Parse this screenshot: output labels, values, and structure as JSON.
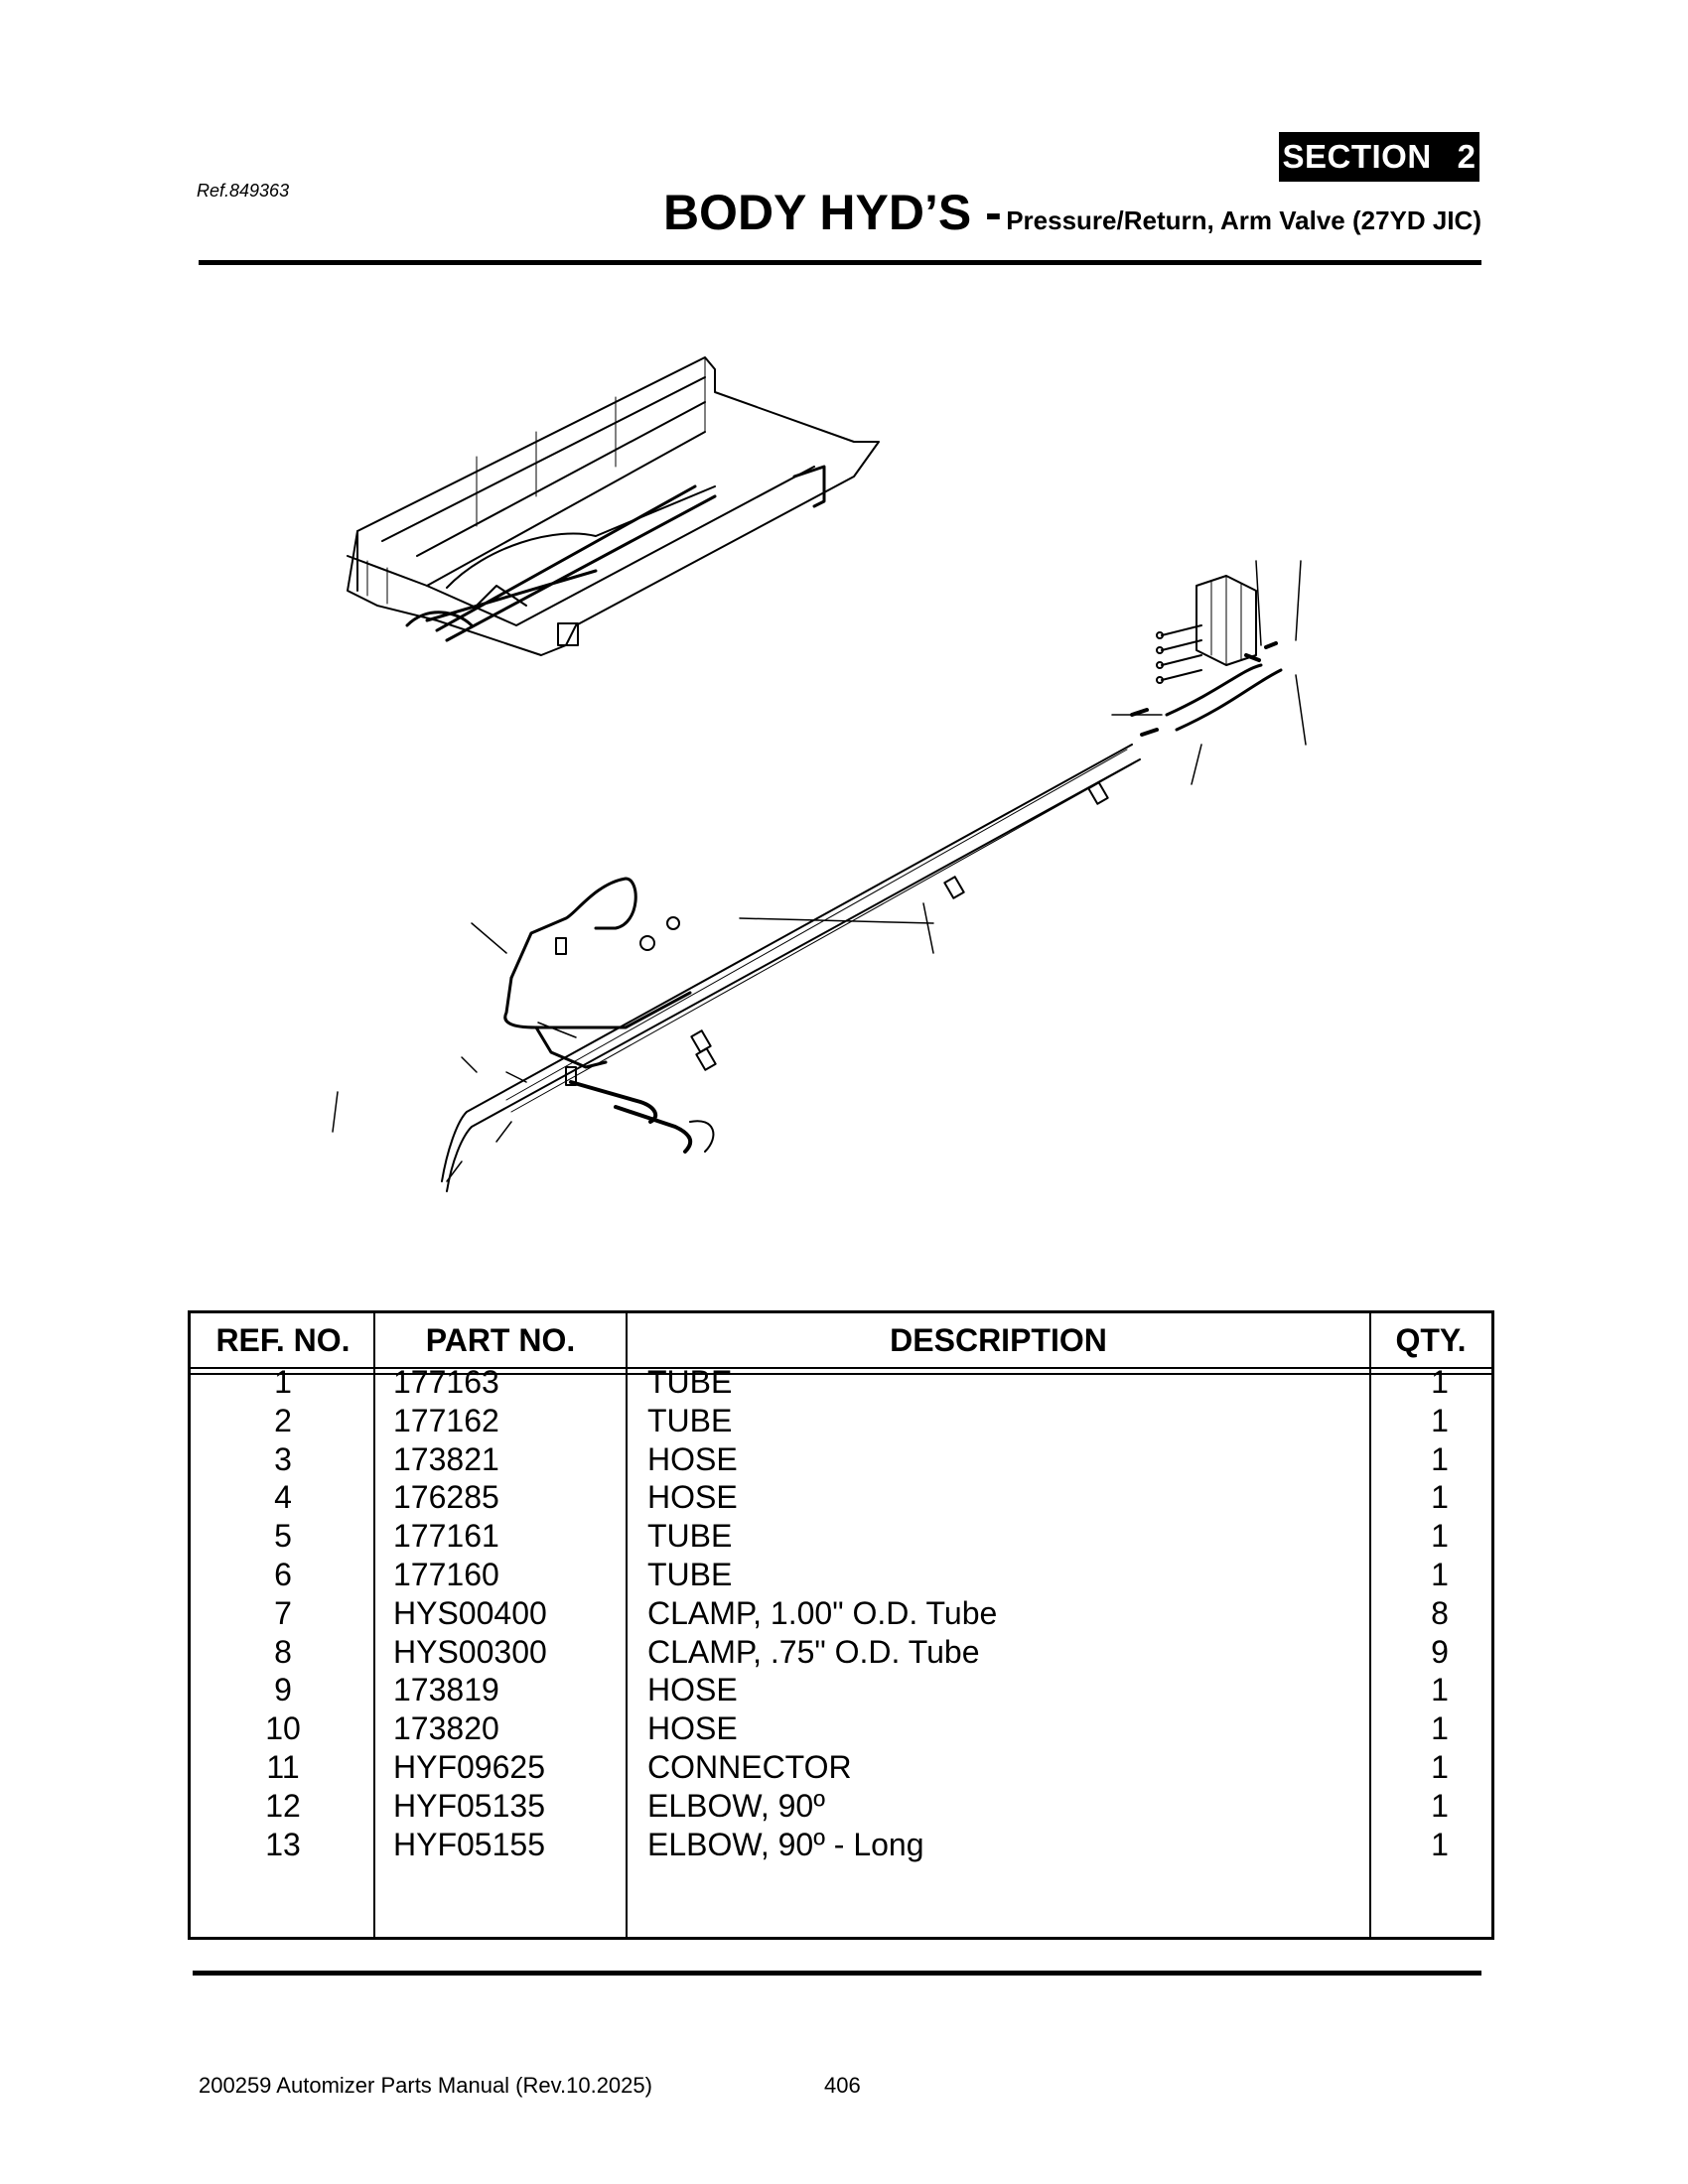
{
  "header": {
    "section_label": "SECTION",
    "section_number": "2",
    "ref": "Ref.849363",
    "title_main": "BODY HYD’S -",
    "title_sub": "Pressure/Return, Arm Valve (27YD JIC)"
  },
  "table": {
    "headers": {
      "ref": "REF. NO.",
      "part": "PART NO.",
      "desc": "DESCRIPTION",
      "qty": "QTY."
    },
    "rows": [
      {
        "ref": "1",
        "part": "177163",
        "desc": "TUBE",
        "qty": "1"
      },
      {
        "ref": "2",
        "part": "177162",
        "desc": "TUBE",
        "qty": "1"
      },
      {
        "ref": "3",
        "part": "173821",
        "desc": "HOSE",
        "qty": "1"
      },
      {
        "ref": "4",
        "part": "176285",
        "desc": "HOSE",
        "qty": "1"
      },
      {
        "ref": "5",
        "part": "177161",
        "desc": "TUBE",
        "qty": "1"
      },
      {
        "ref": "6",
        "part": "177160",
        "desc": "TUBE",
        "qty": "1"
      },
      {
        "ref": "7",
        "part": "HYS00400",
        "desc": "CLAMP, 1.00\" O.D. Tube",
        "qty": "8"
      },
      {
        "ref": "8",
        "part": "HYS00300",
        "desc": "CLAMP, .75\" O.D. Tube",
        "qty": "9"
      },
      {
        "ref": "9",
        "part": "173819",
        "desc": "HOSE",
        "qty": "1"
      },
      {
        "ref": "10",
        "part": "173820",
        "desc": "HOSE",
        "qty": "1"
      },
      {
        "ref": "11",
        "part": "HYF09625",
        "desc": "CONNECTOR",
        "qty": "1"
      },
      {
        "ref": "12",
        "part": "HYF05135",
        "desc": "ELBOW, 90º",
        "qty": "1"
      },
      {
        "ref": "13",
        "part": "HYF05155",
        "desc": "ELBOW, 90º - Long",
        "qty": "1"
      }
    ]
  },
  "footer": {
    "manual": "200259 Automizer Parts Manual (Rev.10.2025)",
    "page": "406"
  }
}
